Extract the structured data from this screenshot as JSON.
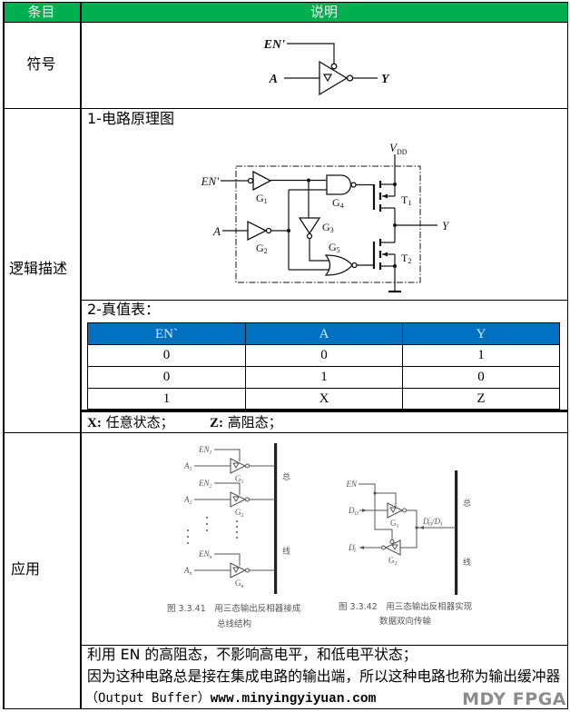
{
  "colors": {
    "header_bg": "#00B050",
    "truth_header_bg": "#0070C0",
    "watermark": "#8C8C8C"
  },
  "header": {
    "col_item": "条目",
    "col_desc": "说明"
  },
  "symbol": {
    "label": "符号",
    "diagram": {
      "enable": "EN'",
      "input": "A",
      "output": "Y"
    }
  },
  "logic": {
    "label": "逻辑描述",
    "circuit": {
      "title": "1-电路原理图",
      "enable": "EN'",
      "input": "A",
      "output": "Y",
      "supply": {
        "main": "V",
        "sub": "DD"
      },
      "gates": [
        {
          "main": "G",
          "sub": "1"
        },
        {
          "main": "G",
          "sub": "2"
        },
        {
          "main": "G",
          "sub": "3"
        },
        {
          "main": "G",
          "sub": "4"
        },
        {
          "main": "G",
          "sub": "5"
        }
      ],
      "transistors": [
        {
          "main": "T",
          "sub": "1"
        },
        {
          "main": "T",
          "sub": "2"
        }
      ]
    },
    "truth_table": {
      "title": "2-真值表：",
      "headers": [
        "EN`",
        "A",
        "Y"
      ],
      "rows": [
        [
          "0",
          "0",
          "1"
        ],
        [
          "0",
          "1",
          "0"
        ],
        [
          "1",
          "X",
          "Z"
        ]
      ]
    },
    "legend": {
      "x_key": "X:",
      "x_text": "任意状态；",
      "z_key": "Z:",
      "z_text": "高阻态；"
    }
  },
  "application": {
    "label": "应用",
    "figure_bus": {
      "enables": [
        {
          "main": "EN",
          "sub": "1"
        },
        {
          "main": "EN",
          "sub": "2"
        },
        {
          "main": "EN",
          "sub": "n"
        }
      ],
      "inputs": [
        {
          "main": "A",
          "sub": "1"
        },
        {
          "main": "A",
          "sub": "2"
        },
        {
          "main": "A",
          "sub": "n"
        }
      ],
      "gates": [
        {
          "main": "G",
          "sub": "1"
        },
        {
          "main": "G",
          "sub": "2"
        },
        {
          "main": "G",
          "sub": "n"
        }
      ],
      "bus_label_top": "总",
      "bus_label_bottom": "线",
      "caption": [
        "图 3.3.41　用三态输出反相器接成",
        "总线结构"
      ]
    },
    "figure_bidirectional": {
      "enable": "EN",
      "input": {
        "main": "D",
        "sub": "O"
      },
      "output": {
        "main": "D",
        "prime": "′",
        "sub": "I"
      },
      "bus_signal": {
        "a_main": "D",
        "a_prime": "′",
        "a_sub": "O",
        "sep": "/",
        "b_main": "D",
        "b_sub": "I"
      },
      "gates": [
        {
          "main": "G",
          "sub": "1"
        },
        {
          "main": "G",
          "sub": "2"
        }
      ],
      "bus_label_top": "总",
      "bus_label_bottom": "线",
      "caption": [
        "图 3.3.42　用三态输出反相器实现",
        "数据双向传输"
      ]
    },
    "notes": [
      "利用 EN 的高阻态，不影响高电平，和低电平状态；",
      "因为这种电路总是接在集成电路的输出端，所以这种电路也称为输出缓冲器",
      "（Output Buffer）"
    ],
    "url": "www.minyingyiyuan.com"
  },
  "watermark": "MDY FPGA"
}
